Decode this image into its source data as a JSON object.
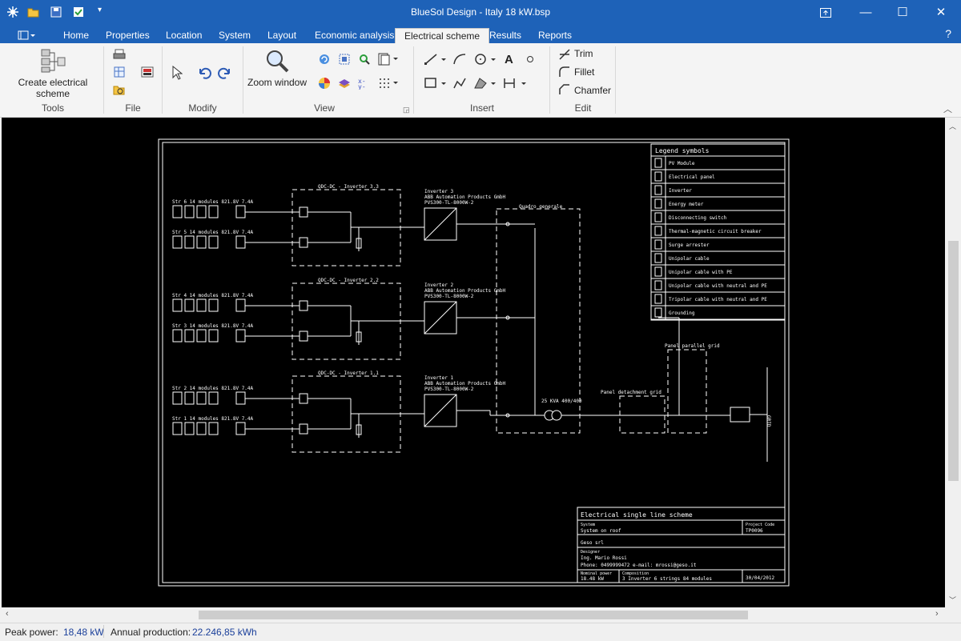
{
  "window": {
    "title": "BlueSol Design - Italy 18 kW.bsp"
  },
  "menu": {
    "tabs": [
      "Home",
      "Properties",
      "Location",
      "System",
      "Layout",
      "Economic analysis",
      "Electrical scheme",
      "Results",
      "Reports"
    ],
    "active_tab": "Electrical scheme",
    "help": "?"
  },
  "ribbon": {
    "tools": {
      "button": "Create electrical scheme",
      "group": "Tools"
    },
    "file": {
      "group": "File"
    },
    "modify": {
      "group": "Modify"
    },
    "view": {
      "zoom": "Zoom window",
      "group": "View"
    },
    "insert": {
      "group": "Insert"
    },
    "edit": {
      "trim": "Trim",
      "fillet": "Fillet",
      "chamfer": "Chamfer",
      "group": "Edit"
    }
  },
  "scheme": {
    "inverter_groups": [
      {
        "qdc": "QDC-DC - Inverter 3.3",
        "inverter": "Inverter 3",
        "maker": "ABB Automation Products GmbH",
        "model": "PVS300-TL-8000W-2",
        "strings": [
          "Str 6 14 modules 821.8V 7.4A",
          "Str 5 14 modules 821.8V 7.4A"
        ]
      },
      {
        "qdc": "QDC-DC - Inverter 2.2",
        "inverter": "Inverter 2",
        "maker": "ABB Automation Products GmbH",
        "model": "PVS300-TL-8000W-2",
        "strings": [
          "Str 4 14 modules 821.8V 7.4A",
          "Str 3 14 modules 821.8V 7.4A"
        ]
      },
      {
        "qdc": "QDC-DC - Inverter 1.1",
        "inverter": "Inverter 1",
        "maker": "ABB Automation Products GmbH",
        "model": "PVS300-TL-8000W-2",
        "strings": [
          "Str 2 14 modules 821.8V 7.4A",
          "Str 1 14 modules 821.8V 7.4A"
        ]
      }
    ],
    "quadro": "Quadro_generale",
    "panel_detachment": "Panel detachment grid",
    "panel_parallel": "Panel parallel grid",
    "transformer": "25 KVA 400/400",
    "grid": "GRID",
    "legend": {
      "title": "Legend symbols",
      "items": [
        "PV Module",
        "Electrical panel",
        "Inverter",
        "Energy meter",
        "Disconnecting switch",
        "Thermal-magnetic circuit breaker",
        "Surge arrester",
        "Unipolar cable",
        "Unipolar cable with PE",
        "Unipolar cable with neutral and PE",
        "Tripolar cable with neutral and PE",
        "Grounding"
      ]
    },
    "title_block": {
      "title": "Electrical single line scheme",
      "system_label": "System",
      "system": "System on roof",
      "project_label": "Project Code",
      "project": "TP0096",
      "client": "Geso srl",
      "designer_label": "Designer",
      "designer": "Ing. Mario Rossi",
      "contact": "Phone: 0499999472 e-mail: mrossi@geso.it",
      "power_label": "Nominal power",
      "power": "18.48 kW",
      "composition_label": "Composition",
      "composition": "3 Inverter 6 strings 84 modules",
      "date": "30/04/2012"
    }
  },
  "status": {
    "peak_label": "Peak power:",
    "peak_value": "18,48 kW",
    "annual_label": "Annual production:",
    "annual_value": "22.246,85 kWh"
  },
  "colors": {
    "titlebar": "#1e62b8",
    "canvas": "#000000",
    "status_value": "#1a3f9a"
  }
}
